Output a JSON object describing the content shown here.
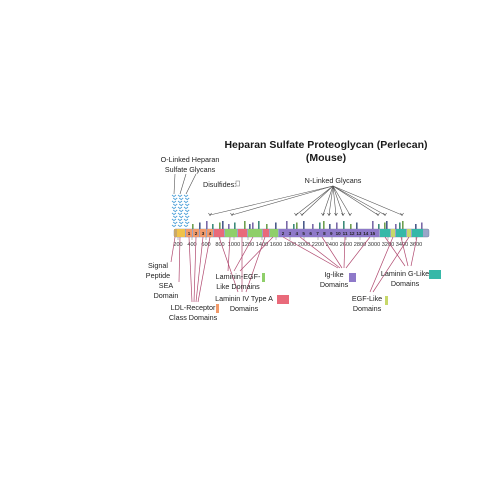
{
  "title_line1": "Heparan Sulfate Proteoglycan (Perlecan)",
  "title_line2": "(Mouse)",
  "labels": {
    "o_linked_1": "O-Linked Heparan",
    "o_linked_2": "Sulfate Glycans",
    "disulfides": "Disulfides:",
    "n_linked": "N-Linked Glycans",
    "signal_1": "Signal",
    "signal_2": "Peptide",
    "sea_1": "SEA",
    "sea_2": "Domain",
    "ldl_1": "LDL-Receptor",
    "ldl_2": "Class Domains",
    "lam_egf_1": "Laminin-EGF-",
    "lam_egf_2": "Like Domains",
    "lam_iv_1": "Laminin IV Type A",
    "lam_iv_2": "Domains",
    "ig_1": "Ig-like",
    "ig_2": "Domains",
    "egf_1": "EGF-Like",
    "egf_2": "Domains",
    "lamg_1": "Laminin G-Like",
    "lamg_2": "Domains"
  },
  "axis_ticks": [
    "200",
    "400",
    "600",
    "800",
    "1000",
    "1200",
    "1400",
    "1600",
    "1800",
    "2000",
    "2200",
    "2400",
    "2600",
    "2800",
    "3000",
    "3200",
    "3400",
    "3600"
  ],
  "ig_numbers": [
    "2",
    "3",
    "4",
    "5",
    "6",
    "7",
    "8",
    "9",
    "10",
    "11",
    "12",
    "13",
    "14",
    "15"
  ],
  "ldl_numbers": [
    "1",
    "2",
    "3",
    "4"
  ],
  "colors": {
    "backbone": "#9aa6c8",
    "signal": "#c9a86a",
    "sea": "#f0c24a",
    "ldl": "#f29a6a",
    "laminin_egf": "#8fcf6a",
    "laminin_iv": "#e96a7a",
    "ig": "#8e79c9",
    "egf": "#c7d86a",
    "laminin_g": "#36b8a8",
    "glycan": "#4a9fd8",
    "leader_line": "#b0496f"
  }
}
